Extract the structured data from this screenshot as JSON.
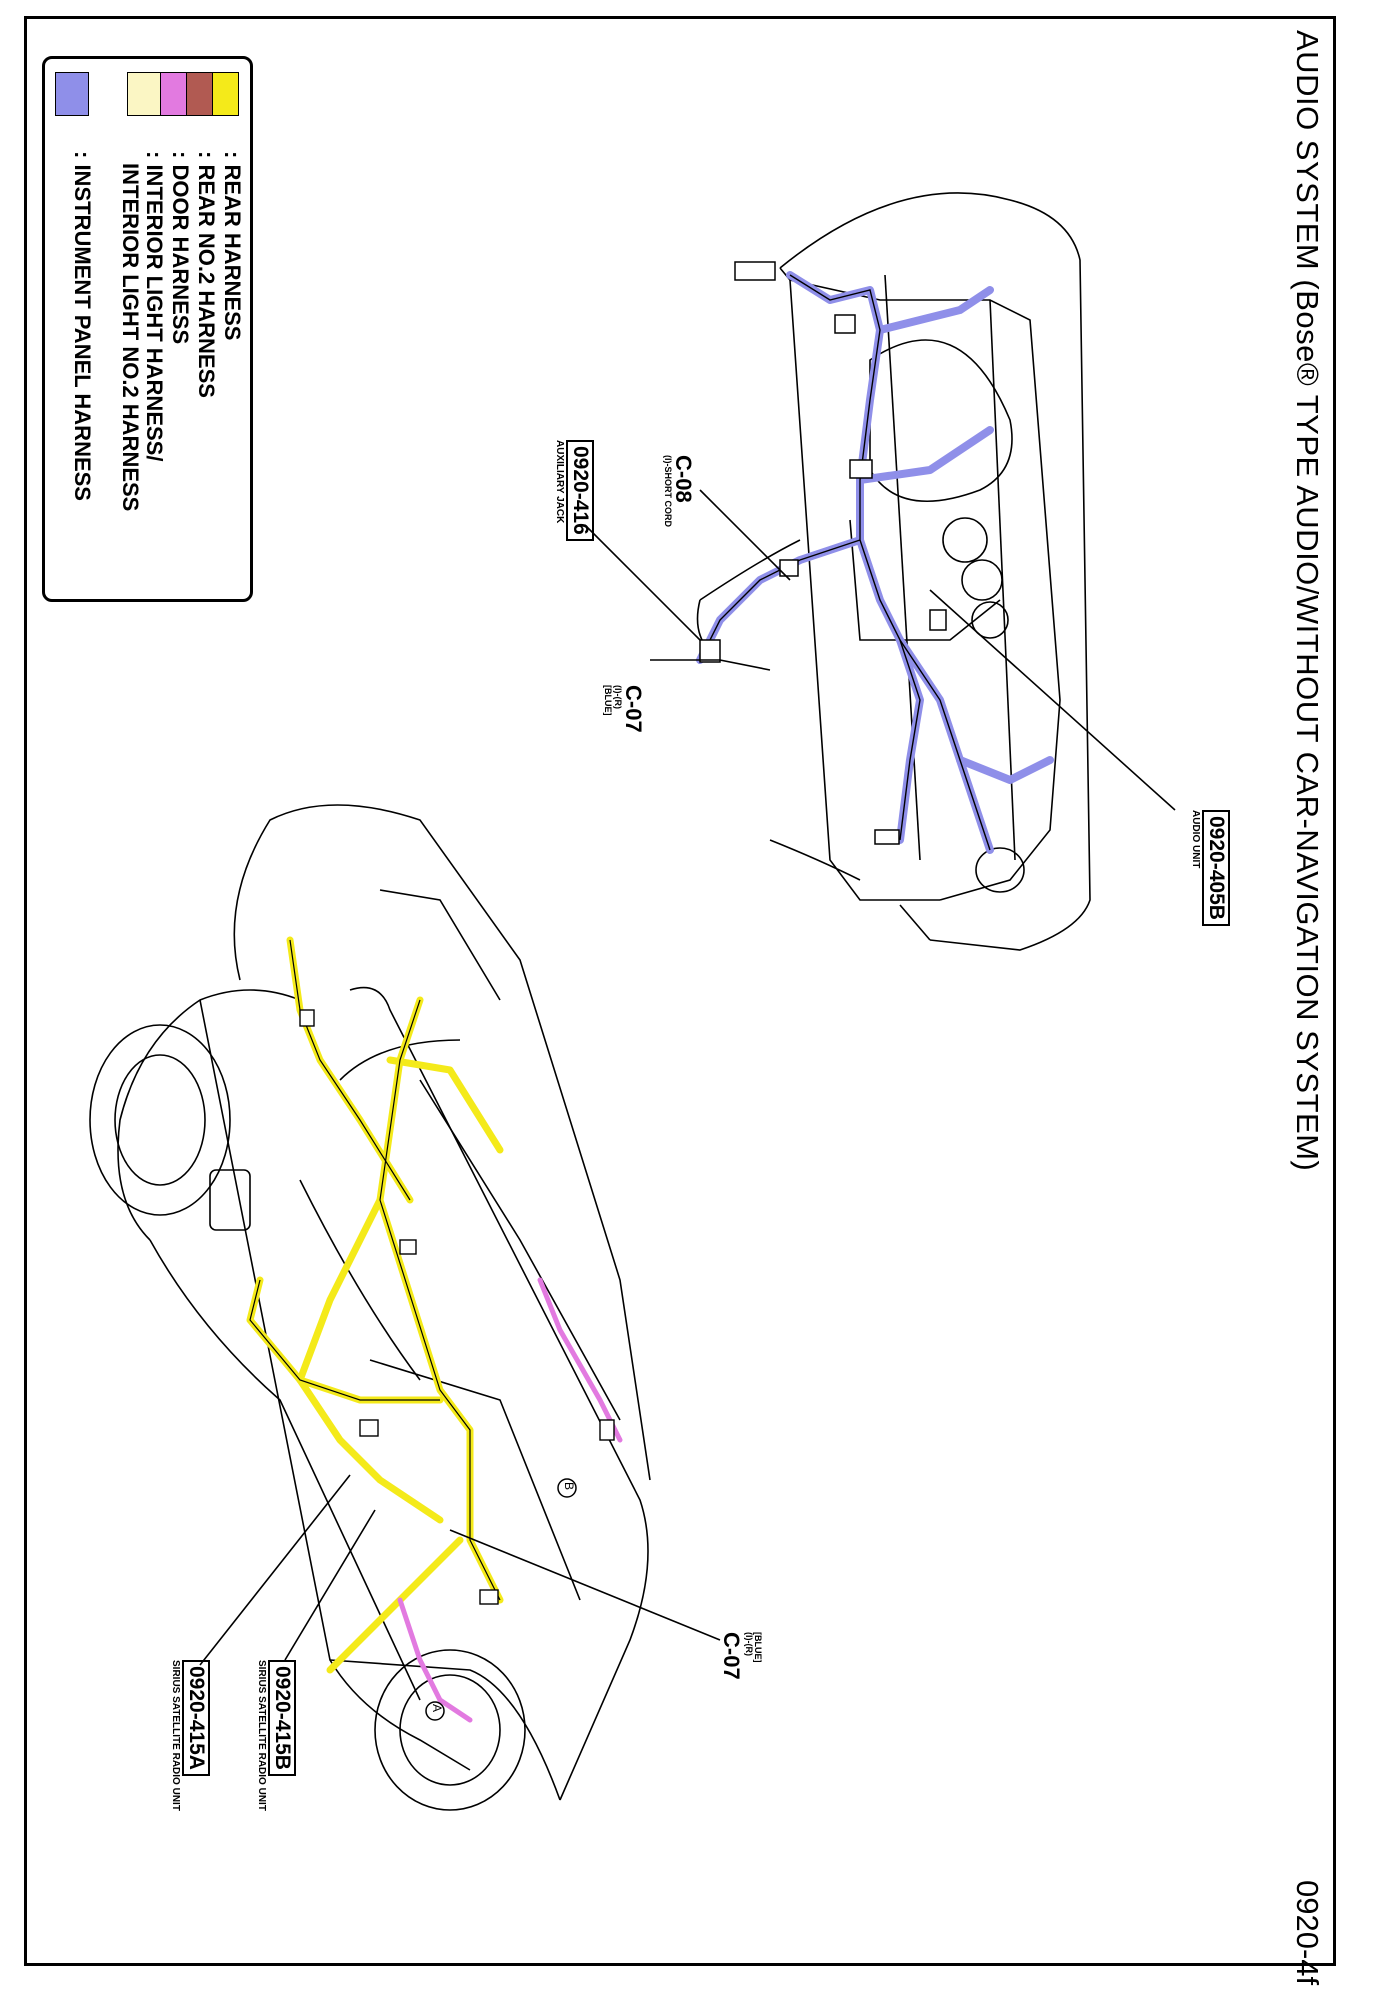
{
  "title": "AUDIO SYSTEM (Bose® TYPE AUDIO/WITHOUT CAR-NAVIGATION SYSTEM)",
  "page_number": "0920-4f",
  "legend": [
    {
      "label": ": REAR HARNESS",
      "color": "#f4ea1a"
    },
    {
      "label": ": REAR NO.2 HARNESS",
      "color": "#b15a52"
    },
    {
      "label": ": DOOR HARNESS",
      "color": "#e27ae0"
    },
    {
      "label": ": INTERIOR LIGHT HARNESS/",
      "label2": "INTERIOR LIGHT NO.2 HARNESS",
      "color": "#fbf6c4"
    },
    {
      "label": ": INSTRUMENT PANEL HARNESS",
      "color": "#8f8fe9"
    }
  ],
  "callouts": {
    "audio_unit": {
      "ref": "0920-405B",
      "desc": "AUDIO UNIT"
    },
    "aux_jack": {
      "ref": "0920-416",
      "desc": "AUXILIARY JACK"
    },
    "c08": {
      "id": "C-08",
      "desc": "(I)-SHORT CORD"
    },
    "c07_panel": {
      "id": "C-07",
      "pin": "(I)-(R)",
      "color": "[BLUE]"
    },
    "c07_car": {
      "id": "C-07",
      "pin": "(I)-(R)",
      "color": "[BLUE]"
    },
    "sirius_b": {
      "ref": "0920-415B",
      "desc": "SIRIUS SATELLITE RADIO UNIT"
    },
    "sirius_a": {
      "ref": "0920-415A",
      "desc": "SIRIUS SATELLITE RADIO UNIT"
    },
    "marker_a": "A",
    "marker_b": "B"
  }
}
